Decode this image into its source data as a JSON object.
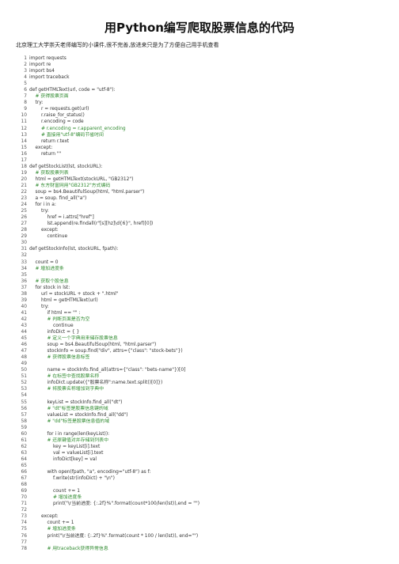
{
  "title": "用Python编写爬取股票信息的代码",
  "subtitle": "北京理工大学崇天老师编写的小课件,很不完善,放进来只是为了方便自己用手机查看",
  "code_lines": [
    {
      "n": "1",
      "text": "import requests"
    },
    {
      "n": "2",
      "text": "import re"
    },
    {
      "n": "3",
      "text": "import bs4"
    },
    {
      "n": "4",
      "text": "import traceback"
    },
    {
      "n": "5",
      "text": ""
    },
    {
      "n": "6",
      "text": "def getHTMLText(url, code = \"utf-8\"):"
    },
    {
      "n": "7",
      "text": "    # 获得股票页面",
      "comment": true
    },
    {
      "n": "8",
      "text": "    try:"
    },
    {
      "n": "9",
      "text": "        r = requests.get(url)"
    },
    {
      "n": "10",
      "text": "        r.raise_for_status()"
    },
    {
      "n": "11",
      "text": "        r.encoding = code"
    },
    {
      "n": "12",
      "text": "        # r.encoding = r.apparent_encoding",
      "comment": true
    },
    {
      "n": "13",
      "text": "        # 直接用\"utf-8\"编码节省时间",
      "comment": true
    },
    {
      "n": "14",
      "text": "        return r.text"
    },
    {
      "n": "15",
      "text": "    except:"
    },
    {
      "n": "16",
      "text": "        return \"\""
    },
    {
      "n": "17",
      "text": ""
    },
    {
      "n": "18",
      "text": "def getStockList(lst, stockURL):"
    },
    {
      "n": "19",
      "text": "    # 获取股票列表",
      "comment": true
    },
    {
      "n": "20",
      "text": "    html = getHTMLText(stockURL, \"GB2312\")"
    },
    {
      "n": "21",
      "text": "    # 东方财富网用\"GB2312\"方式编码",
      "comment": true
    },
    {
      "n": "22",
      "text": "    soup = bs4.BeautifulSoup(html, \"html.parser\")"
    },
    {
      "n": "23",
      "text": "    a = soup. find_all(\"a\")"
    },
    {
      "n": "24",
      "text": "    for i in a:"
    },
    {
      "n": "25",
      "text": "        try:"
    },
    {
      "n": "26",
      "text": "            href = i.attrs[\"href\"]"
    },
    {
      "n": "27",
      "text": "            lst.append(re.findall(r\"[s][hz]\\d{6}\", href)[0])"
    },
    {
      "n": "28",
      "text": "        except:"
    },
    {
      "n": "29",
      "text": "            continue"
    },
    {
      "n": "30",
      "text": ""
    },
    {
      "n": "31",
      "text": "def getStockInfo(lst, stockURL, fpath):"
    },
    {
      "n": "32",
      "text": ""
    },
    {
      "n": "33",
      "text": "    count = 0"
    },
    {
      "n": "34",
      "text": "    # 增加进度条",
      "comment": true
    },
    {
      "n": "35",
      "text": ""
    },
    {
      "n": "36",
      "text": "    # 获取个股信息",
      "comment": true
    },
    {
      "n": "37",
      "text": "    for stock in lst:"
    },
    {
      "n": "38",
      "text": "        url = stockURL + stock + \".html\""
    },
    {
      "n": "39",
      "text": "        html = getHTMLText(url)"
    },
    {
      "n": "40",
      "text": "        try:"
    },
    {
      "n": "41",
      "text": "            if html == \"\" :"
    },
    {
      "n": "42",
      "text": "            # 判断页面是否为空",
      "comment": true
    },
    {
      "n": "43",
      "text": "                continue"
    },
    {
      "n": "44",
      "text": "            infoDict = { }"
    },
    {
      "n": "45",
      "text": "            # 定义一个字典用来储存股票信息",
      "comment": true
    },
    {
      "n": "46",
      "text": "            soup = bs4.BeautifulSoup(html, \"html.parser\")"
    },
    {
      "n": "47",
      "text": "            stockInfo = soup.find(\"div\", attrs={\"class\": \"stock-bets\"})"
    },
    {
      "n": "48",
      "text": "            # 获得股票信息标签",
      "comment": true
    },
    {
      "n": "49",
      "text": ""
    },
    {
      "n": "50",
      "text": "            name = stockInfo.find_all(attrs={\"class\": \"bets-name\"})[0]"
    },
    {
      "n": "51",
      "text": "            # 在标签中查找股票名称",
      "comment": true
    },
    {
      "n": "52",
      "text": "            infoDict.update({\"股票名称\":name.text.split()[0]})"
    },
    {
      "n": "53",
      "text": "            # 将股票名称增加到字典中",
      "comment": true
    },
    {
      "n": "54",
      "text": ""
    },
    {
      "n": "55",
      "text": "            keyList = stockInfo.find_all(\"dt\")"
    },
    {
      "n": "56",
      "text": "            # \"dt\"标签是股票信息键的域",
      "comment": true
    },
    {
      "n": "57",
      "text": "            valueList = stockInfo.find_all(\"dd\")"
    },
    {
      "n": "58",
      "text": "            # \"dd\"标签是股票信息值的域",
      "comment": true
    },
    {
      "n": "59",
      "text": ""
    },
    {
      "n": "60",
      "text": "            for i in range(len(keyList)):"
    },
    {
      "n": "61",
      "text": "            # 还原键值对并存储到列表中",
      "comment": true
    },
    {
      "n": "62",
      "text": "                key = keyList[i].text"
    },
    {
      "n": "63",
      "text": "                val = valueList[i].text"
    },
    {
      "n": "64",
      "text": "                infoDict[key] = val"
    },
    {
      "n": "65",
      "text": ""
    },
    {
      "n": "66",
      "text": "            with open(fpath, \"a\", encoding=\"utf-8\") as f:"
    },
    {
      "n": "67",
      "text": "                f.write(str(infoDict) + \"\\n\")"
    },
    {
      "n": "68",
      "text": ""
    },
    {
      "n": "69",
      "text": "                count += 1"
    },
    {
      "n": "70",
      "text": "                # 增加进度条",
      "comment": true
    },
    {
      "n": "71",
      "text": "                print(\"\\r当前进度: {:.2f}%\".format(count*100/len(lst)),end = \"\")"
    },
    {
      "n": "72",
      "text": ""
    },
    {
      "n": "73",
      "text": "        except:"
    },
    {
      "n": "74",
      "text": "            count += 1"
    },
    {
      "n": "75",
      "text": "            # 增加进度条",
      "comment": true
    },
    {
      "n": "76",
      "text": "            print(\"\\r当前进度: {:.2f}%\".format(count * 100 / len(lst)), end=\"\")"
    },
    {
      "n": "77",
      "text": ""
    },
    {
      "n": "78",
      "text": "            # 用traceback获得异常信息",
      "comment": true
    }
  ]
}
